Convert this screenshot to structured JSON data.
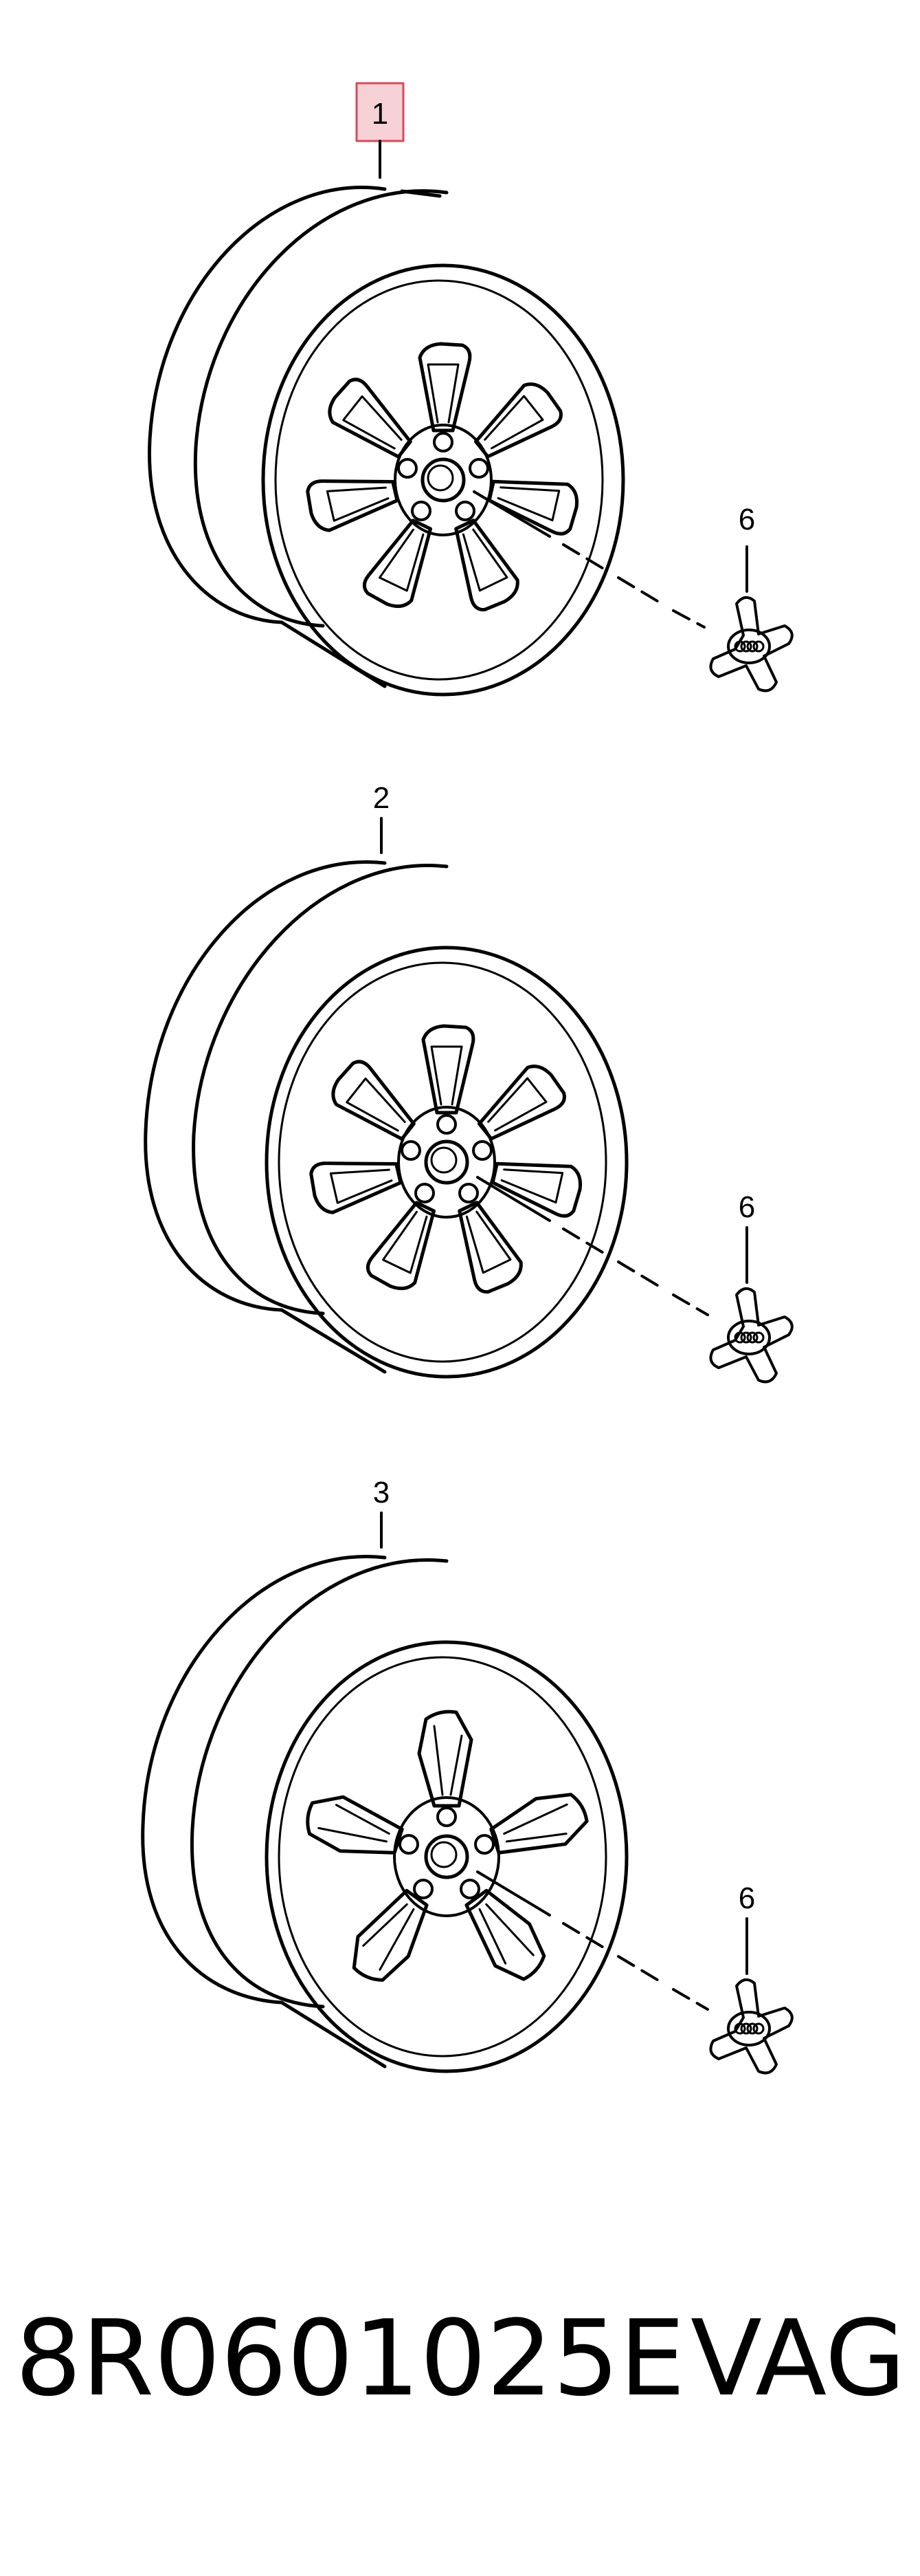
{
  "callouts": {
    "wheel_1": "1",
    "wheel_2": "2",
    "wheel_3": "3",
    "cap_1": "6",
    "cap_2": "6",
    "cap_3": "6"
  },
  "footer": {
    "part_number": "8R0601025E",
    "brand": "VAG"
  },
  "colors": {
    "highlight_fill": "#f6d2d6",
    "highlight_border": "#d84a5a",
    "line": "#000000"
  }
}
